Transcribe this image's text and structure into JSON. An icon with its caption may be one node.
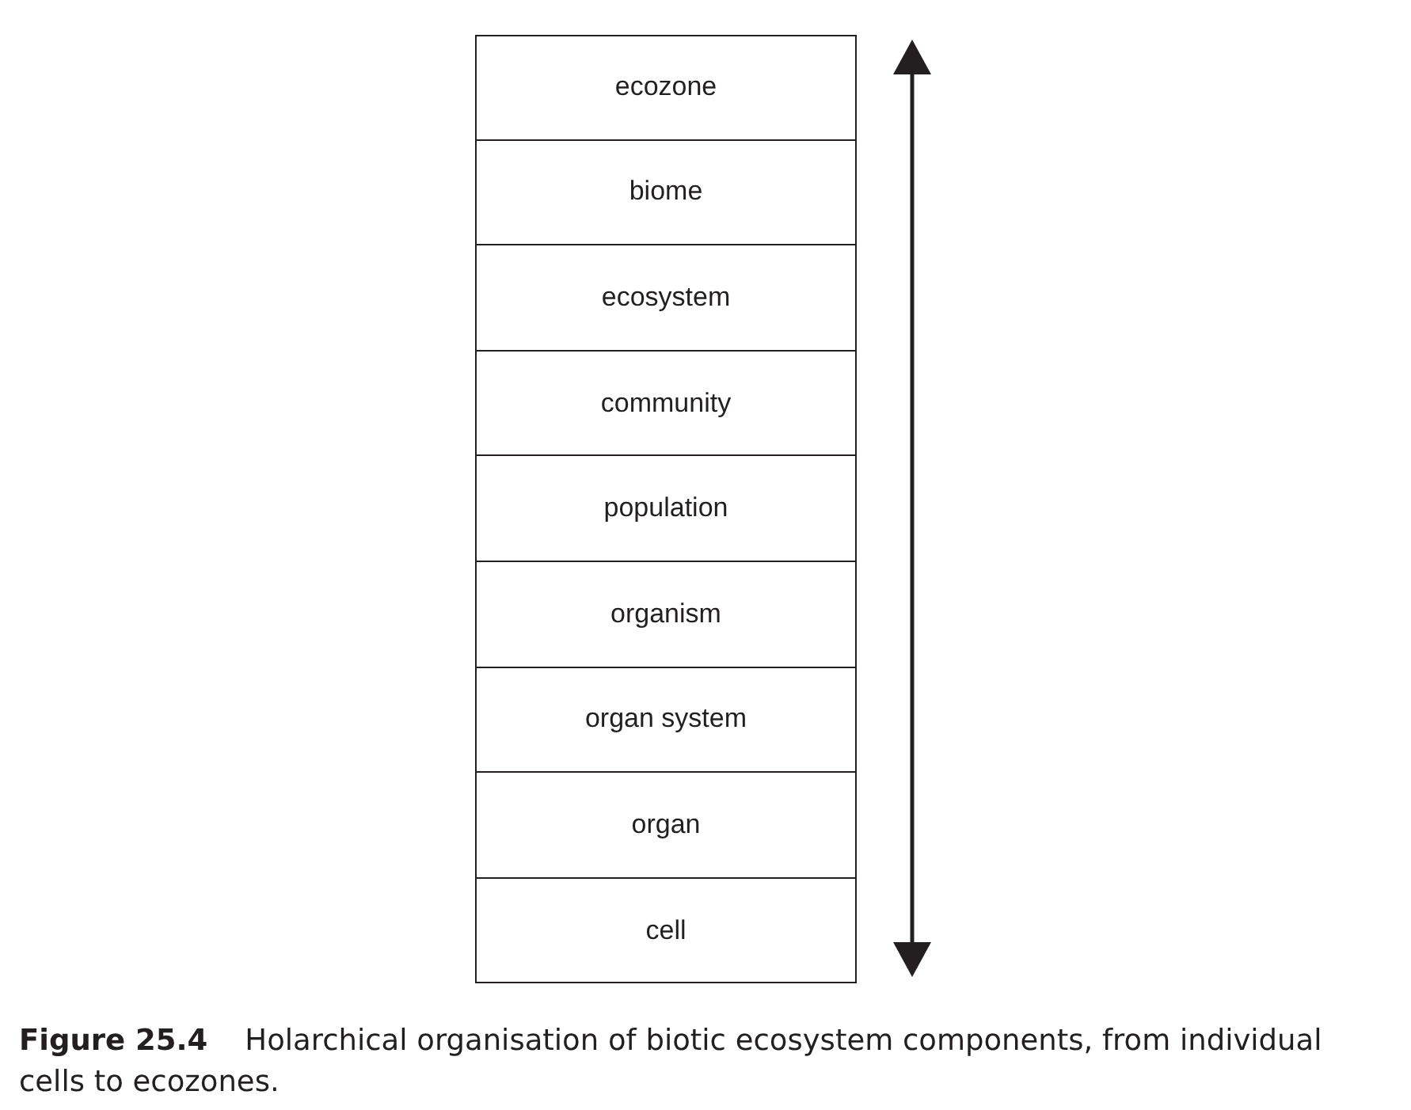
{
  "diagram": {
    "caption": "**Figure 25.4**    Holarchical organisation of biotic ecosystem components, from individual cells to ecozones.",
    "nodes": [
      {
        "text": [
          "ecozone"
        ]
      },
      {
        "text": [
          "biome"
        ]
      },
      {
        "text": [
          "ecosystem"
        ]
      },
      {
        "text": [
          "community"
        ]
      },
      {
        "text": [
          "population"
        ]
      },
      {
        "text": [
          "organism"
        ]
      },
      {
        "text": [
          "organ system"
        ]
      },
      {
        "text": [
          "organ"
        ]
      },
      {
        "text": [
          "cell"
        ]
      }
    ]
  }
}
